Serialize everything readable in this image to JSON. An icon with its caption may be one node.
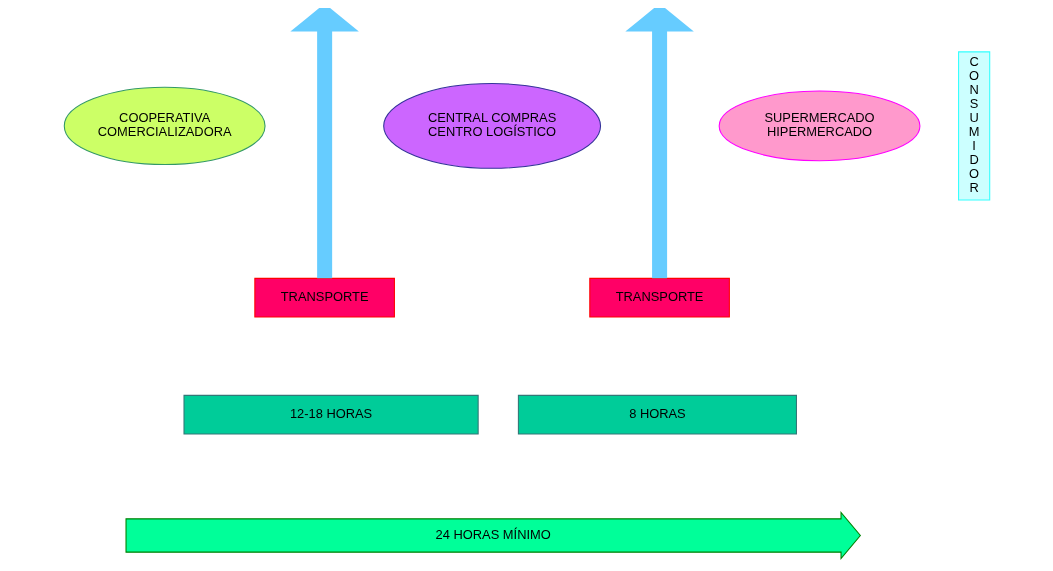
{
  "diagram": {
    "nodes": [
      {
        "text": [
          "COOPERATIVA COMERCIALIZADORA"
        ]
      },
      {
        "text": [
          "CENTRAL COMPRAS CENTRO LOGÍSTICO"
        ]
      },
      {
        "text": [
          "SUPERMERCADO HIPERMERCADO"
        ]
      },
      {
        "text": [
          "CONSUMIDOR"
        ]
      },
      {
        "text": [
          "TRANSPORTE"
        ]
      },
      {
        "text": [
          "TRANSPORTE"
        ]
      },
      {
        "text": [
          "12-18 HORAS"
        ]
      },
      {
        "text": [
          "8 HORAS"
        ]
      },
      {
        "text": [
          "24 HORAS MÍNIMO"
        ]
      }
    ],
    "edges": [
      {
        "from": 4,
        "to": null,
        "arrow": "to"
      },
      {
        "from": 5,
        "to": null,
        "arrow": "to"
      }
    ]
  }
}
